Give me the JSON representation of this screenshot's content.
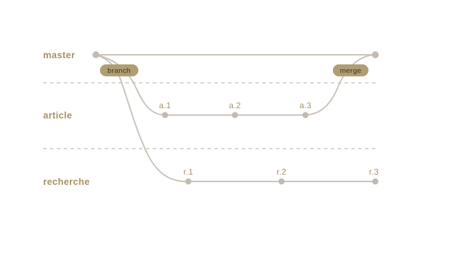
{
  "diagram": {
    "type": "git-branch-diagram",
    "colors": {
      "background": "#ffffff",
      "line": "#c8c2b9",
      "dot": "#c1bbb1",
      "dashed": "#cbc6bd",
      "branch_label": "#a69162",
      "pill_bg": "#b09e73",
      "pill_text": "#3f3319"
    },
    "lanes": [
      {
        "label": "master"
      },
      {
        "label": "article"
      },
      {
        "label": "recherche"
      }
    ],
    "actions": [
      {
        "label": "branch"
      },
      {
        "label": "merge"
      }
    ],
    "commits": {
      "article": [
        "a.1",
        "a.2",
        "a.3"
      ],
      "recherche": [
        "r.1",
        "r.2",
        "r.3"
      ]
    }
  }
}
